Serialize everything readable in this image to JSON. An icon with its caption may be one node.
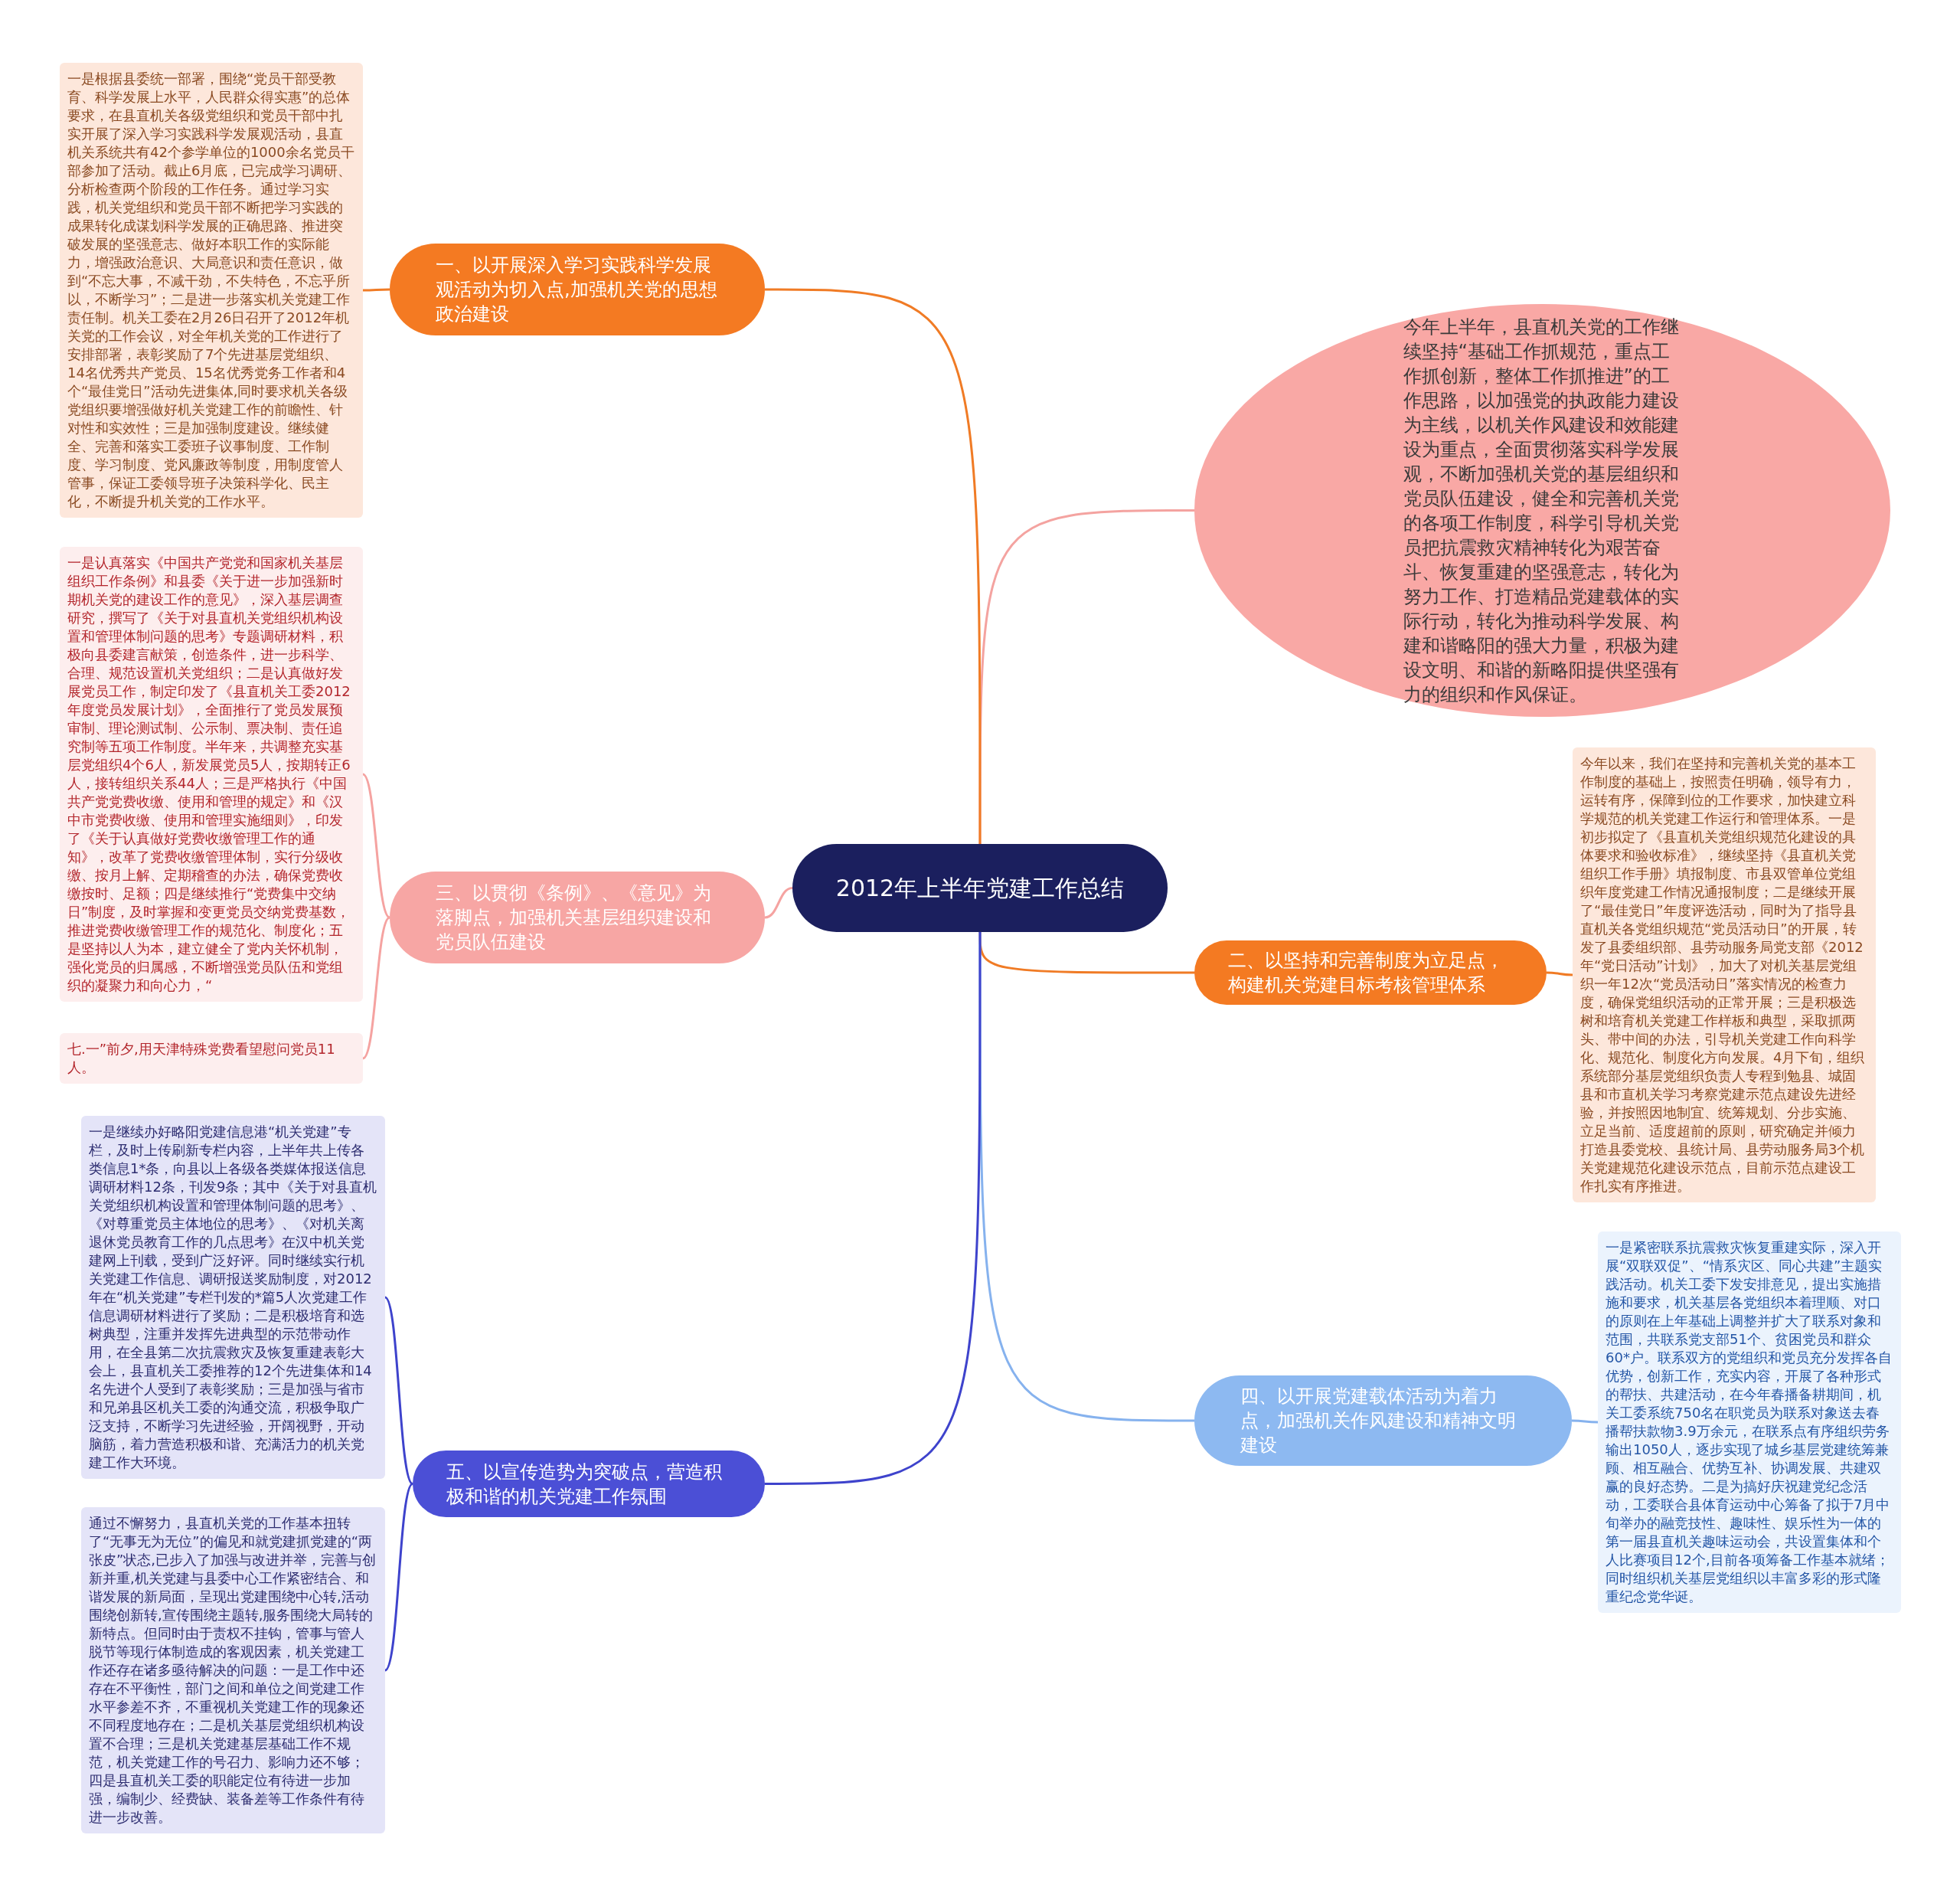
{
  "diagram": {
    "nodes": [
      {
        "text": [
          "2012年上半年党建工作总结"
        ]
      },
      {
        "text": [
          "今年上半年，县直机关党的工作继续坚持“基础工作抓规范，重点工作抓创新，整体工作抓推进”的工作思路，以加强党的执政能力建设为主线，以机关作风建设和效能建设为重点，全面贯彻落实科学发展观，不断加强机关党的基层组织和党员队伍建设，健全和完善机关党的各项工作制度，科学引导机关党员把抗震救灾精神转化为艰苦奋斗、恢复重建的坚强意志，转化为努力工作、打造精品党建载体的实际行动，转化为推动科学发展、构建和谐略阳的强大力量，积极为建设文明、和谐的新略阳提供坚强有力的组织和作风保证。"
        ]
      },
      {
        "text": [
          "一、以开展深入学习实践科学发展观活动为切入点,加强机关党的思想政治建设"
        ]
      },
      {
        "text": [
          "一是根据县委统一部署，围绕“党员干部受教育、科学发展上水平，人民群众得实惠”的总体要求，在县直机关各级党组织和党员干部中扎实开展了深入学习实践科学发展观活动，县直机关系统共有42个参学单位的1000余名党员干部参加了活动。截止6月底，已完成学习调研、分析检查两个阶段的工作任务。通过学习实践，机关党组织和党员干部不断把学习实践的成果转化成谋划科学发展的正确思路、推进突破发展的坚强意志、做好本职工作的实际能力，增强政治意识、大局意识和责任意识，做到“不忘大事，不减干劲，不失特色，不忘乎所以，不断学习”；二是进一步落实机关党建工作责任制。机关工委在2月26日召开了2012年机关党的工作会议，对全年机关党的工作进行了安排部署，表彰奖励了7个先进基层党组织、14名优秀共产党员、15名优秀党务工作者和4个“最佳党日”活动先进集体,同时要求机关各级党组织要增强做好机关党建工作的前瞻性、针对性和实效性；三是加强制度建设。继续健全、完善和落实工委班子议事制度、工作制度、学习制度、党风廉政等制度，用制度管人管事，保证工委领导班子决策科学化、民主化，不断提升机关党的工作水平。"
        ]
      },
      {
        "text": [
          "二、以坚持和完善制度为立足点，构建机关党建目标考核管理体系"
        ]
      },
      {
        "text": [
          "今年以来，我们在坚持和完善机关党的基本工作制度的基础上，按照责任明确，领导有力，运转有序，保障到位的工作要求，加快建立科学规范的机关党建工作运行和管理体系。一是初步拟定了《县直机关党组织规范化建设的具体要求和验收标准》，继续坚持《县直机关党组织工作手册》填报制度、市县双管单位党组织年度党建工作情况通报制度；二是继续开展了“最佳党日”年度评选活动，同时为了指导县直机关各党组织规范“党员活动日”的开展，转发了县委组织部、县劳动服务局党支部《2012年“党日活动”计划》，加大了对机关基层党组织一年12次“党员活动日”落实情况的检查力度，确保党组织活动的正常开展；三是积极选树和培育机关党建工作样板和典型，采取抓两头、带中间的办法，引导机关党建工作向科学化、规范化、制度化方向发展。4月下旬，组织系统部分基层党组织负责人专程到勉县、城固县和市直机关学习考察党建示范点建设先进经验，并按照因地制宜、统筹规划、分步实施、立足当前、适度超前的原则，研究确定并倾力打造县委党校、县统计局、县劳动服务局3个机关党建规范化建设示范点，目前示范点建设工作扎实有序推进。"
        ]
      },
      {
        "text": [
          "三、以贯彻《条例》、《意见》为落脚点，加强机关基层组织建设和党员队伍建设"
        ]
      },
      {
        "text": [
          "一是认真落实《中国共产党党和国家机关基层组织工作条例》和县委《关于进一步加强新时期机关党的建设工作的意见》，深入基层调查研究，撰写了《关于对县直机关党组织机构设置和管理体制问题的思考》专题调研材料，积极向县委建言献策，创造条件，进一步科学、合理、规范设置机关党组织；二是认真做好发展党员工作，制定印发了《县直机关工委2012年度党员发展计划》，全面推行了党员发展预审制、理论测试制、公示制、票决制、责任追究制等五项工作制度。半年来，共调整充实基层党组织4个6人，新发展党员5人，按期转正6人，接转组织关系44人；三是严格执行《中国共产党党费收缴、使用和管理的规定》和《汉中市党费收缴、使用和管理实施细则》，印发了《关于认真做好党费收缴管理工作的通知》，改革了党费收缴管理体制，实行分级收缴、按月上解、定期稽查的办法，确保党费收缴按时、足额；四是继续推行“党费集中交纳日”制度，及时掌握和变更党员交纳党费基数，推进党费收缴管理工作的规范化、制度化；五是坚持以人为本，建立健全了党内关怀机制，强化党员的归属感，不断增强党员队伍和党组织的凝聚力和向心力，“"
        ]
      },
      {
        "text": [
          "七.一”前夕,用天津特殊党费看望慰问党员11人。"
        ]
      },
      {
        "text": [
          "四、以开展党建载体活动为着力点，加强机关作风建设和精神文明建设"
        ]
      },
      {
        "text": [
          "一是紧密联系抗震救灾恢复重建实际，深入开展“双联双促”、“情系灾区、同心共建”主题实践活动。机关工委下发安排意见，提出实施措施和要求，机关基层各党组织本着理顺、对口的原则在上年基础上调整并扩大了联系对象和范围，共联系党支部51个、贫困党员和群众60*户。联系双方的党组织和党员充分发挥各自优势，创新工作，充实内容，开展了各种形式的帮扶、共建活动，在今年春播备耕期间，机关工委系统750名在职党员为联系对象送去春播帮扶款物3.9万余元，在联系点有序组织劳务输出1050人，逐步实现了城乡基层党建统筹兼顾、相互融合、优势互补、协调发展、共建双赢的良好态势。二是为搞好庆祝建党纪念活动，工委联合县体育运动中心筹备了拟于7月中旬举办的融竞技性、趣味性、娱乐性为一体的第一届县直机关趣味运动会，共设置集体和个人比赛项目12个,目前各项筹备工作基本就绪；同时组织机关基层党组织以丰富多彩的形式隆重纪念党华诞。"
        ]
      },
      {
        "text": [
          "五、以宣传造势为突破点，营造积极和谐的机关党建工作氛围"
        ]
      },
      {
        "text": [
          "一是继续办好略阳党建信息港“机关党建”专栏，及时上传刷新专栏内容，上半年共上传各类信息1*条，向县以上各级各类媒体报送信息调研材料12条，刊发9条；其中《关于对县直机关党组织机构设置和管理体制问题的思考》、《对尊重党员主体地位的思考》、《对机关离退休党员教育工作的几点思考》在汉中机关党建网上刊载，受到广泛好评。同时继续实行机关党建工作信息、调研报送奖励制度，对2012年在“机关党建”专栏刊发的*篇5人次党建工作信息调研材料进行了奖励；二是积极培育和选树典型，注重并发挥先进典型的示范带动作用，在全县第二次抗震救灾及恢复重建表彰大会上，县直机关工委推荐的12个先进集体和14名先进个人受到了表彰奖励；三是加强与省市和兄弟县区机关工委的沟通交流，积极争取广泛支持，不断学习先进经验，开阔视野，开动脑筋，着力营造积极和谐、充满活力的机关党建工作大环境。"
        ]
      },
      {
        "text": [
          "通过不懈努力，县直机关党的工作基本扭转了“无事无为无位”的偏见和就党建抓党建的“两张皮”状态,已步入了加强与改进并举，完善与创新并重,机关党建与县委中心工作紧密结合、和谐发展的新局面，呈现出党建围绕中心转,活动围绕创新转,宣传围绕主题转,服务围绕大局转的新特点。但同时由于责权不挂钩，管事与管人脱节等现行体制造成的客观因素，机关党建工作还存在诸多亟待解决的问题：一是工作中还存在不平衡性，部门之间和单位之间党建工作水平参差不齐，不重视机关党建工作的现象还不同程度地存在；二是机关基层党组织机构设置不合理；三是机关党建基层基础工作不规范，机关党建工作的号召力、影响力还不够；四是县直机关工委的职能定位有待进一步加强，编制少、经费缺、装备差等工作条件有待进一步改善。"
        ]
      }
    ],
    "edges": [
      {
        "from": 0,
        "to": 1,
        "arrow": "none",
        "color": "#f4a3a0"
      },
      {
        "from": 0,
        "to": 2,
        "arrow": "none",
        "color": "#f07b25"
      },
      {
        "from": 2,
        "to": 3,
        "arrow": "none",
        "color": "#f07b25"
      },
      {
        "from": 0,
        "to": 4,
        "arrow": "none",
        "color": "#f07b25"
      },
      {
        "from": 4,
        "to": 5,
        "arrow": "none",
        "color": "#f07b25"
      },
      {
        "from": 0,
        "to": 6,
        "arrow": "none",
        "color": "#f5a3a1"
      },
      {
        "from": 6,
        "to": 7,
        "arrow": "none",
        "color": "#f5a3a1"
      },
      {
        "from": 6,
        "to": 8,
        "arrow": "none",
        "color": "#f5a3a1"
      },
      {
        "from": 0,
        "to": 9,
        "arrow": "none",
        "color": "#86b2ee"
      },
      {
        "from": 9,
        "to": 10,
        "arrow": "none",
        "color": "#86b2ee"
      },
      {
        "from": 0,
        "to": 11,
        "arrow": "none",
        "color": "#3e43cc"
      },
      {
        "from": 11,
        "to": 12,
        "arrow": "none",
        "color": "#3e43cc"
      },
      {
        "from": 11,
        "to": 13,
        "arrow": "none",
        "color": "#3e43cc"
      }
    ]
  }
}
